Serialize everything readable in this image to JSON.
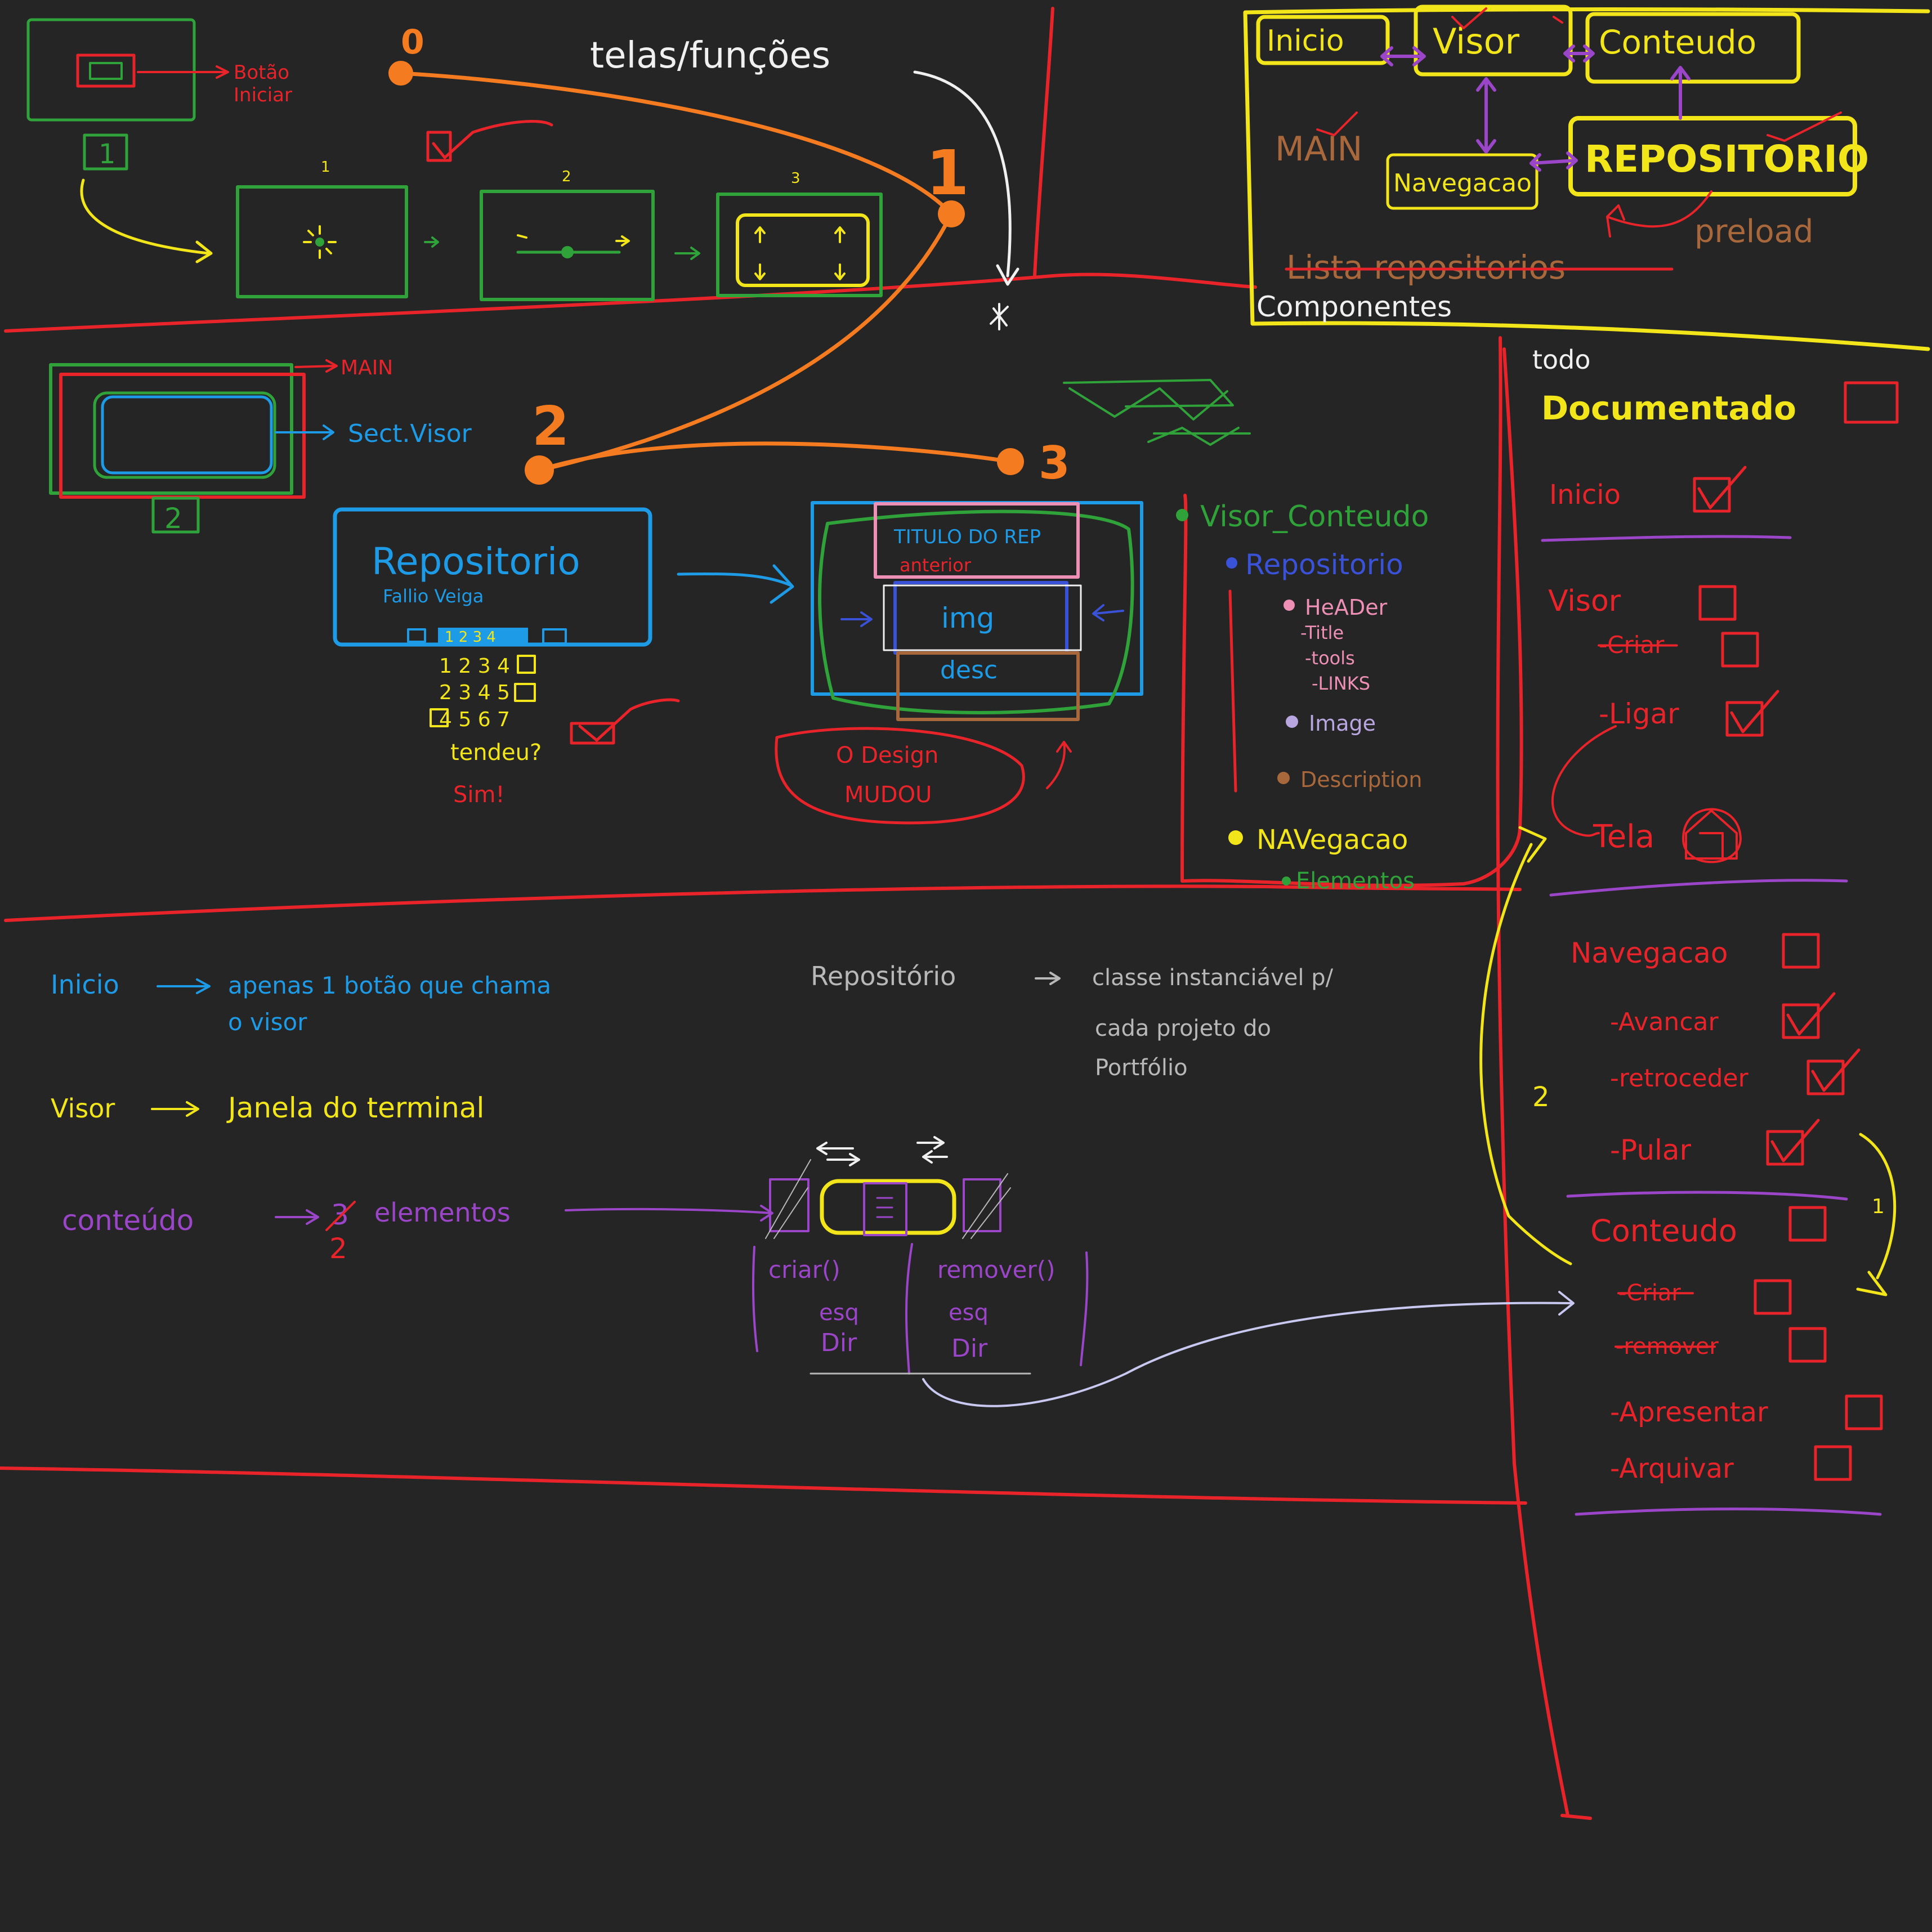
{
  "flow": {
    "botao_iniciar": "Botão\nIniciar",
    "step_label_1": "1",
    "frame_nums": [
      "1",
      "2",
      "3"
    ],
    "telas_funcoes": "telas/funções",
    "num_0": "0",
    "num_1": "1",
    "num_2": "2",
    "num_3": "3"
  },
  "components": {
    "inicio": "Inicio",
    "visor": "Visor",
    "conteudo": "Conteudo",
    "main": "MAIN",
    "navegacao": "Navegacao",
    "repositorio": "REPOSITORIO",
    "preload": "preload",
    "lista_repositorios": "Lista repositorios",
    "componentes": "Componentes"
  },
  "layout_sketch": {
    "main": "MAIN",
    "sect_visor": "Sect.Visor",
    "step_label_2": "2"
  },
  "repo_card": {
    "title": "Repositorio",
    "subtitle": "Fallio Veiga",
    "rows": [
      "1 2 3 4",
      "2 3 4 5",
      "4 5 6 7"
    ],
    "question": "tendeu?",
    "answer": "Sim!"
  },
  "visor_card": {
    "titulo": "TITULO DO REP",
    "anterior": "anterior",
    "img": "img",
    "desc": "desc",
    "design_note": "O Design\nMUDOU"
  },
  "tree": {
    "root": "Visor_Conteudo",
    "repositorio": "Repositorio",
    "header": "HeADer",
    "header_children": [
      "-Title",
      "-tools",
      "-LINKS"
    ],
    "image": "Image",
    "description": "Description",
    "navegacao": "NAVegacao",
    "elementos": "Elementos"
  },
  "notes": {
    "inicio_label": "Inicio",
    "inicio_text": "apenas 1 botão que chama\no visor",
    "visor_label": "Visor",
    "visor_text": "Janela do terminal",
    "conteudo_label": "conteúdo",
    "conteudo_old": "3",
    "conteudo_new": "2",
    "conteudo_text": "elementos",
    "repositorio_label": "Repositório",
    "repositorio_text": "classe instanciável p/\ncada projeto do\nPortfólio",
    "criar": "criar()",
    "remover": "remover()",
    "esq": "esq",
    "dir": "Dir"
  },
  "todo": {
    "heading": "todo",
    "documentado": "Documentado",
    "items": [
      {
        "label": "Inicio",
        "done": true,
        "struck": false
      },
      {
        "label": "Visor",
        "done": false,
        "struck": false
      },
      {
        "label": "-Criar",
        "done": false,
        "struck": true
      },
      {
        "label": "-Ligar",
        "done": true,
        "struck": false
      },
      {
        "label": "Tela",
        "done": false,
        "struck": false
      },
      {
        "label": "Navegacao",
        "done": false,
        "struck": false
      },
      {
        "label": "-Avancar",
        "done": true,
        "struck": false
      },
      {
        "label": "-retroceder",
        "done": true,
        "struck": false
      },
      {
        "label": "-Pular",
        "done": true,
        "struck": false
      },
      {
        "label": "Conteudo",
        "done": false,
        "struck": false
      },
      {
        "label": "-Criar",
        "done": false,
        "struck": true
      },
      {
        "label": "-remover",
        "done": false,
        "struck": true
      },
      {
        "label": "-Apresentar",
        "done": false,
        "struck": false
      },
      {
        "label": "-Arquivar",
        "done": false,
        "struck": false
      }
    ],
    "margin_2": "2",
    "margin_1": "1"
  },
  "colors": {
    "background": "#252525",
    "red": "#e8242a",
    "green": "#2fa23a",
    "orange": "#f57b20",
    "yellow": "#f2e51a",
    "blue": "#1e9be6",
    "purple": "#9b45c8",
    "brown": "#a8683c",
    "pink": "#ee8fb5",
    "white": "#f0f0f0",
    "gray": "#b8b8b8",
    "navy": "#3a52d8"
  }
}
